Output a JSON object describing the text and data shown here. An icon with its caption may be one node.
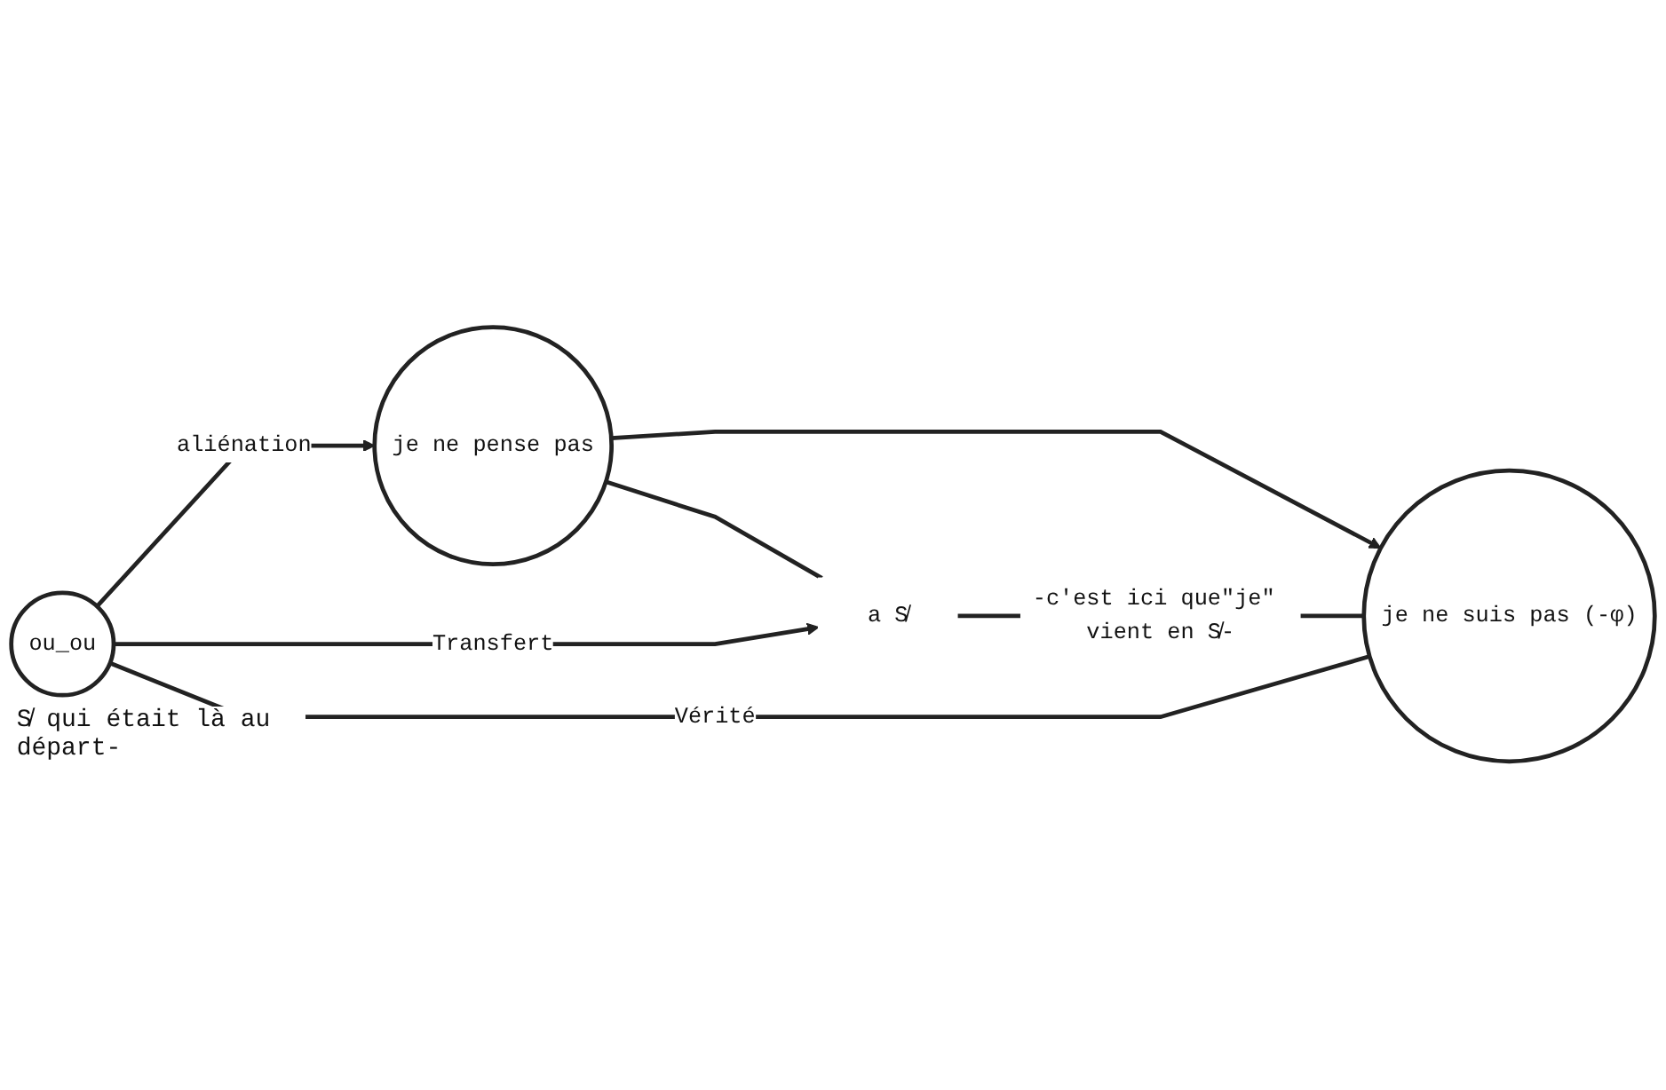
{
  "diagram": {
    "nodes": [
      {
        "text": [
          "je ne pense pas"
        ]
      },
      {
        "text": [
          "ou_ou"
        ],
        "beside": [
          "S̸ qui était là au départ-"
        ]
      },
      {
        "text": [
          "a S̸"
        ]
      },
      {
        "text": [
          "je ne suis pas (-φ)"
        ]
      }
    ],
    "edges": [
      {
        "from": 1,
        "to": 0,
        "arrow": "to",
        "label": "aliénation"
      },
      {
        "from": 1,
        "to": 2,
        "arrow": "to",
        "label": "Transfert"
      },
      {
        "from": 0,
        "to": 3,
        "arrow": "to"
      },
      {
        "from": 1,
        "to": 3,
        "arrow": "none",
        "label": "Vérité"
      },
      {
        "from": 0,
        "to": 2,
        "arrow": "none"
      },
      {
        "from": 2,
        "to": 3,
        "arrow": "none",
        "label": "-c'est ici que\"je\" vient en S̸-"
      }
    ]
  }
}
